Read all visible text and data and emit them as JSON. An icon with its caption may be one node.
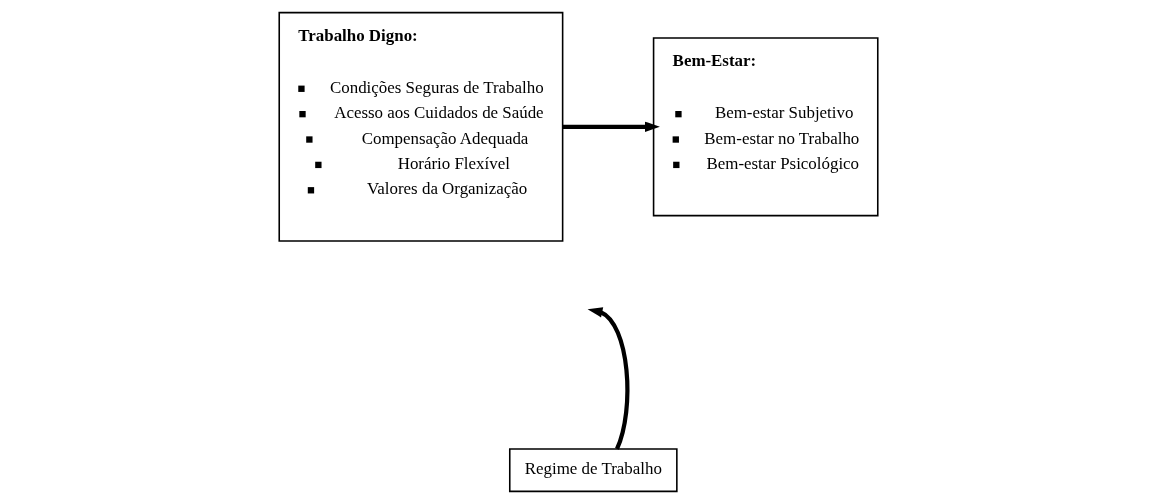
{
  "diagram": {
    "nodes": [
      {
        "text": [
          "Trabalho Digno:",
          "Condições Seguras de Trabalho",
          "Acesso aos Cuidados de Saúde",
          "Compensação Adequada",
          "Horário Flexível",
          "Valores da Organização"
        ]
      },
      {
        "text": [
          "Bem-Estar:",
          "Bem-estar Subjetivo",
          "Bem-estar no Trabalho",
          "Bem-estar Psicológico"
        ]
      },
      {
        "text": [
          "Regime de Trabalho"
        ]
      }
    ],
    "edges": [
      {
        "from": 0,
        "to": 1,
        "arrow": "to"
      },
      {
        "from": 2,
        "to": null,
        "arrow": "to"
      }
    ]
  }
}
